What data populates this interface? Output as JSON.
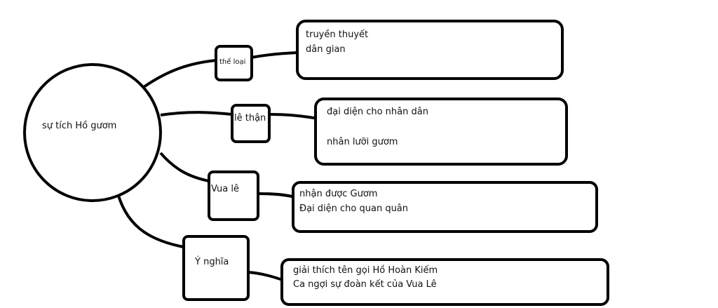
{
  "center": {
    "label": "sự tích Hồ gươm"
  },
  "branches": [
    {
      "label": "thể loại",
      "details": [
        "truyền thuyết",
        "dân gian"
      ]
    },
    {
      "label": "lê thận",
      "details": [
        "đại diện cho nhân dân",
        "nhân lưỡi gươm"
      ]
    },
    {
      "label": "Vua lê",
      "details": [
        "nhận được Gươm",
        "Đại diện cho quan quân"
      ]
    },
    {
      "label": "Ý nghĩa",
      "details": [
        "giải thích tên gọi Hồ Hoàn Kiếm",
        "Ca ngợi sự đoàn kết của Vua Lê"
      ]
    }
  ],
  "colors": {
    "stroke": "#000000",
    "background": "#ffffff",
    "text": "#111111"
  }
}
